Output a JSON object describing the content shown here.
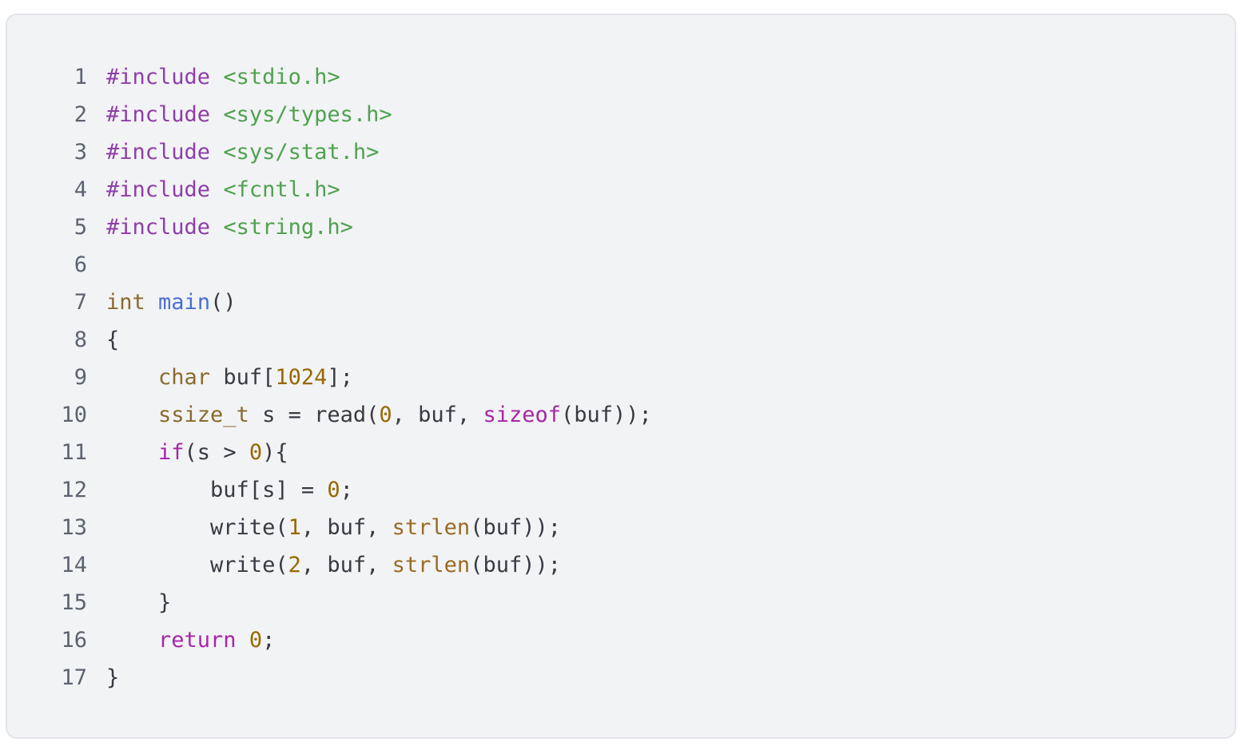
{
  "code_block": {
    "line_numbers": [
      "1",
      "2",
      "3",
      "4",
      "5",
      "6",
      "7",
      "8",
      "9",
      "10",
      "11",
      "12",
      "13",
      "14",
      "15",
      "16",
      "17"
    ],
    "lines": [
      [
        {
          "t": "directive",
          "v": "#include"
        },
        {
          "t": "plain",
          "v": " "
        },
        {
          "t": "header",
          "v": "<stdio.h>"
        }
      ],
      [
        {
          "t": "directive",
          "v": "#include"
        },
        {
          "t": "plain",
          "v": " "
        },
        {
          "t": "header",
          "v": "<sys/types.h>"
        }
      ],
      [
        {
          "t": "directive",
          "v": "#include"
        },
        {
          "t": "plain",
          "v": " "
        },
        {
          "t": "header",
          "v": "<sys/stat.h>"
        }
      ],
      [
        {
          "t": "directive",
          "v": "#include"
        },
        {
          "t": "plain",
          "v": " "
        },
        {
          "t": "header",
          "v": "<fcntl.h>"
        }
      ],
      [
        {
          "t": "directive",
          "v": "#include"
        },
        {
          "t": "plain",
          "v": " "
        },
        {
          "t": "header",
          "v": "<string.h>"
        }
      ],
      [],
      [
        {
          "t": "type",
          "v": "int"
        },
        {
          "t": "plain",
          "v": " "
        },
        {
          "t": "fn",
          "v": "main"
        },
        {
          "t": "plain",
          "v": "()"
        }
      ],
      [
        {
          "t": "plain",
          "v": "{"
        }
      ],
      [
        {
          "t": "plain",
          "v": "    "
        },
        {
          "t": "type",
          "v": "char"
        },
        {
          "t": "plain",
          "v": " buf["
        },
        {
          "t": "num",
          "v": "1024"
        },
        {
          "t": "plain",
          "v": "];"
        }
      ],
      [
        {
          "t": "plain",
          "v": "    "
        },
        {
          "t": "type",
          "v": "ssize_t"
        },
        {
          "t": "plain",
          "v": " s = read("
        },
        {
          "t": "num",
          "v": "0"
        },
        {
          "t": "plain",
          "v": ", buf, "
        },
        {
          "t": "keyword",
          "v": "sizeof"
        },
        {
          "t": "plain",
          "v": "(buf));"
        }
      ],
      [
        {
          "t": "plain",
          "v": "    "
        },
        {
          "t": "keyword",
          "v": "if"
        },
        {
          "t": "plain",
          "v": "(s > "
        },
        {
          "t": "num",
          "v": "0"
        },
        {
          "t": "plain",
          "v": "){"
        }
      ],
      [
        {
          "t": "plain",
          "v": "        buf[s] = "
        },
        {
          "t": "num",
          "v": "0"
        },
        {
          "t": "plain",
          "v": ";"
        }
      ],
      [
        {
          "t": "plain",
          "v": "        write("
        },
        {
          "t": "num",
          "v": "1"
        },
        {
          "t": "plain",
          "v": ", buf, "
        },
        {
          "t": "builtin",
          "v": "strlen"
        },
        {
          "t": "plain",
          "v": "(buf));"
        }
      ],
      [
        {
          "t": "plain",
          "v": "        write("
        },
        {
          "t": "num",
          "v": "2"
        },
        {
          "t": "plain",
          "v": ", buf, "
        },
        {
          "t": "builtin",
          "v": "strlen"
        },
        {
          "t": "plain",
          "v": "(buf));"
        }
      ],
      [
        {
          "t": "plain",
          "v": "    }"
        }
      ],
      [
        {
          "t": "plain",
          "v": "    "
        },
        {
          "t": "keyword",
          "v": "return"
        },
        {
          "t": "plain",
          "v": " "
        },
        {
          "t": "num",
          "v": "0"
        },
        {
          "t": "plain",
          "v": ";"
        }
      ],
      [
        {
          "t": "plain",
          "v": "}"
        }
      ]
    ]
  },
  "colors": {
    "background": "#f2f3f5",
    "directive": "#8e3ea8",
    "header": "#50a14f",
    "type": "#8a6a2e",
    "function": "#4a6fd1",
    "keyword": "#a626a4",
    "number": "#986801",
    "builtin": "#9a6b22"
  }
}
